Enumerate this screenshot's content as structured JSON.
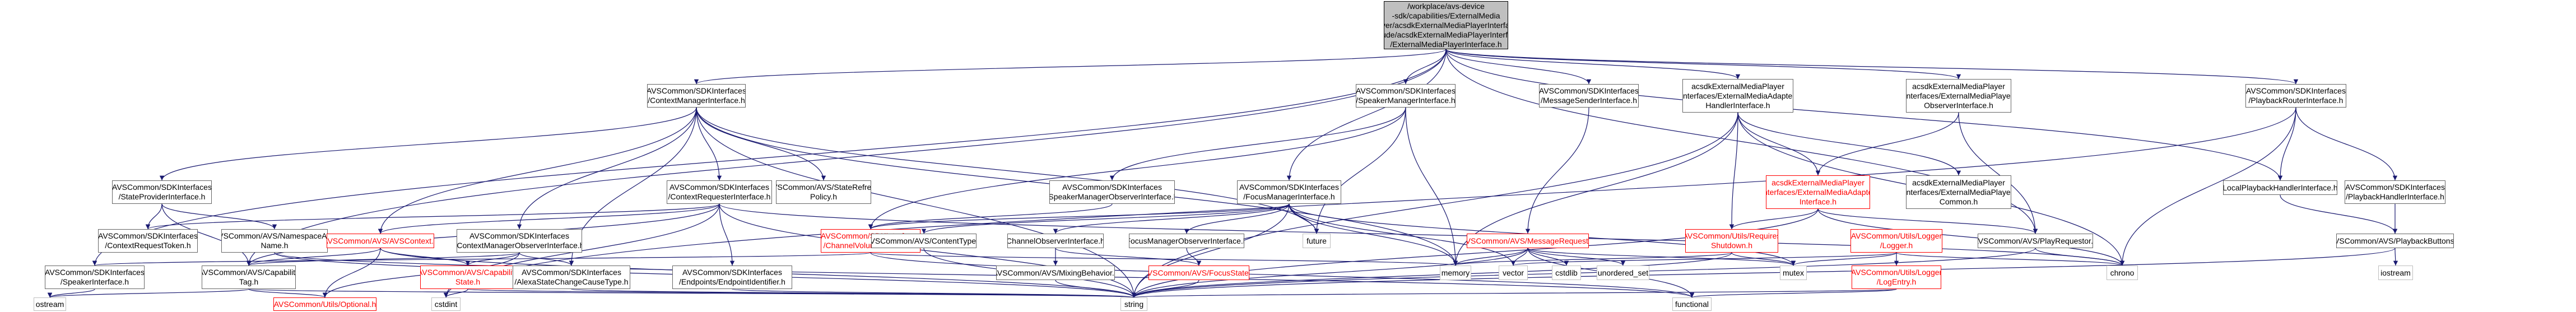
{
  "diagram": {
    "colors": {
      "edge": "#191970",
      "box_border": "#666666",
      "missing_border": "#ff0000",
      "root_fill": "#bfbfbf",
      "background": "#ffffff"
    },
    "nodes": [
      {
        "id": "root",
        "label": "/workplace/avs-device\n-sdk/capabilities/ExternalMedia\nPlayer/acsdkExternalMediaPlayerInterfaces\n/include/acsdkExternalMediaPlayerInterfaces\n/ExternalMediaPlayerInterface.h",
        "kind": "root"
      },
      {
        "id": "contextmgr",
        "label": "AVSCommon/SDKInterfaces\n/ContextManagerInterface.h",
        "kind": "normal"
      },
      {
        "id": "speakermgr",
        "label": "AVSCommon/SDKInterfaces\n/SpeakerManagerInterface.h",
        "kind": "normal"
      },
      {
        "id": "msgsender",
        "label": "AVSCommon/SDKInterfaces\n/MessageSenderInterface.h",
        "kind": "normal"
      },
      {
        "id": "adapterhandler",
        "label": "acsdkExternalMediaPlayer\nInterfaces/ExternalMediaAdapter\nHandlerInterface.h",
        "kind": "normal"
      },
      {
        "id": "emp_observer",
        "label": "acsdkExternalMediaPlayer\nInterfaces/ExternalMediaPlayer\nObserverInterface.h",
        "kind": "normal"
      },
      {
        "id": "pbrouter",
        "label": "AVSCommon/SDKInterfaces\n/PlaybackRouterInterface.h",
        "kind": "normal"
      },
      {
        "id": "stateprovider",
        "label": "AVSCommon/SDKInterfaces\n/StateProviderInterface.h",
        "kind": "normal"
      },
      {
        "id": "ctxrequester",
        "label": "AVSCommon/SDKInterfaces\n/ContextRequesterInterface.h",
        "kind": "normal"
      },
      {
        "id": "staterefresh",
        "label": "AVSCommon/AVS/StateRefresh\nPolicy.h",
        "kind": "normal"
      },
      {
        "id": "speakermgrobs",
        "label": "AVSCommon/SDKInterfaces\n/SpeakerManagerObserverInterface.h",
        "kind": "normal"
      },
      {
        "id": "focusmgr",
        "label": "AVSCommon/SDKInterfaces\n/FocusManagerInterface.h",
        "kind": "normal"
      },
      {
        "id": "adapter",
        "label": "acsdkExternalMediaPlayer\nInterfaces/ExternalMediaAdapter\nInterface.h",
        "kind": "missing"
      },
      {
        "id": "empcommon",
        "label": "acsdkExternalMediaPlayer\nInterfaces/ExternalMediaPlayer\nCommon.h",
        "kind": "normal"
      },
      {
        "id": "localpb",
        "label": "LocalPlaybackHandlerInterface.h",
        "kind": "normal"
      },
      {
        "id": "pbhandler",
        "label": "AVSCommon/SDKInterfaces\n/PlaybackHandlerInterface.h",
        "kind": "normal"
      },
      {
        "id": "ctxreqtoken",
        "label": "AVSCommon/SDKInterfaces\n/ContextRequestToken.h",
        "kind": "normal"
      },
      {
        "id": "nsname",
        "label": "AVSCommon/AVS/NamespaceAnd\nName.h",
        "kind": "normal"
      },
      {
        "id": "avscontext",
        "label": "AVSCommon/AVS/AVSContext.h",
        "kind": "missing"
      },
      {
        "id": "ctxmgrobs",
        "label": "AVSCommon/SDKInterfaces\n/ContextManagerObserverInterface.h",
        "kind": "normal"
      },
      {
        "id": "chvolume",
        "label": "AVSCommon/SDKInterfaces\n/ChannelVolumeInterface.h",
        "kind": "missing"
      },
      {
        "id": "contenttype",
        "label": "AVSCommon/AVS/ContentType.h",
        "kind": "normal"
      },
      {
        "id": "chobserver",
        "label": "ChannelObserverInterface.h",
        "kind": "normal"
      },
      {
        "id": "focusmgrobs",
        "label": "FocusManagerObserverInterface.h",
        "kind": "normal"
      },
      {
        "id": "future",
        "label": "future",
        "kind": "lib"
      },
      {
        "id": "msgrequest",
        "label": "AVSCommon/AVS/MessageRequest.h",
        "kind": "missing"
      },
      {
        "id": "reqshutdown",
        "label": "AVSCommon/Utils/Requires\nShutdown.h",
        "kind": "missing"
      },
      {
        "id": "logger",
        "label": "AVSCommon/Utils/Logger\n/Logger.h",
        "kind": "missing"
      },
      {
        "id": "playreq",
        "label": "AVSCommon/AVS/PlayRequestor.h",
        "kind": "normal"
      },
      {
        "id": "pbbuttons",
        "label": "AVSCommon/AVS/PlaybackButtons.h",
        "kind": "normal"
      },
      {
        "id": "speakeriface",
        "label": "AVSCommon/SDKInterfaces\n/SpeakerInterface.h",
        "kind": "normal"
      },
      {
        "id": "capabilitytag",
        "label": "AVSCommon/AVS/Capability\nTag.h",
        "kind": "normal"
      },
      {
        "id": "capabilitystate",
        "label": "AVSCommon/AVS/Capability\nState.h",
        "kind": "missing"
      },
      {
        "id": "alexastate",
        "label": "AVSCommon/SDKInterfaces\n/AlexaStateChangeCauseType.h",
        "kind": "normal"
      },
      {
        "id": "endpointid",
        "label": "AVSCommon/SDKInterfaces\n/Endpoints/EndpointIdentifier.h",
        "kind": "normal"
      },
      {
        "id": "mixingbehavior",
        "label": "AVSCommon/AVS/MixingBehavior.h",
        "kind": "normal"
      },
      {
        "id": "focusstate",
        "label": "AVSCommon/AVS/FocusState.h",
        "kind": "missing"
      },
      {
        "id": "memory",
        "label": "memory",
        "kind": "lib"
      },
      {
        "id": "vector",
        "label": "vector",
        "kind": "lib"
      },
      {
        "id": "mutex",
        "label": "mutex",
        "kind": "lib"
      },
      {
        "id": "cstdlib",
        "label": "cstdlib",
        "kind": "lib"
      },
      {
        "id": "unordered_set",
        "label": "unordered_set",
        "kind": "lib"
      },
      {
        "id": "logentry",
        "label": "AVSCommon/Utils/Logger\n/LogEntry.h",
        "kind": "missing"
      },
      {
        "id": "chrono",
        "label": "chrono",
        "kind": "lib"
      },
      {
        "id": "iostream",
        "label": "iostream",
        "kind": "lib"
      },
      {
        "id": "ostream",
        "label": "ostream",
        "kind": "lib"
      },
      {
        "id": "optional",
        "label": "AVSCommon/Utils/Optional.h",
        "kind": "missing"
      },
      {
        "id": "cstdint",
        "label": "cstdint",
        "kind": "lib"
      },
      {
        "id": "string",
        "label": "string",
        "kind": "lib"
      },
      {
        "id": "functional",
        "label": "functional",
        "kind": "lib"
      }
    ]
  }
}
